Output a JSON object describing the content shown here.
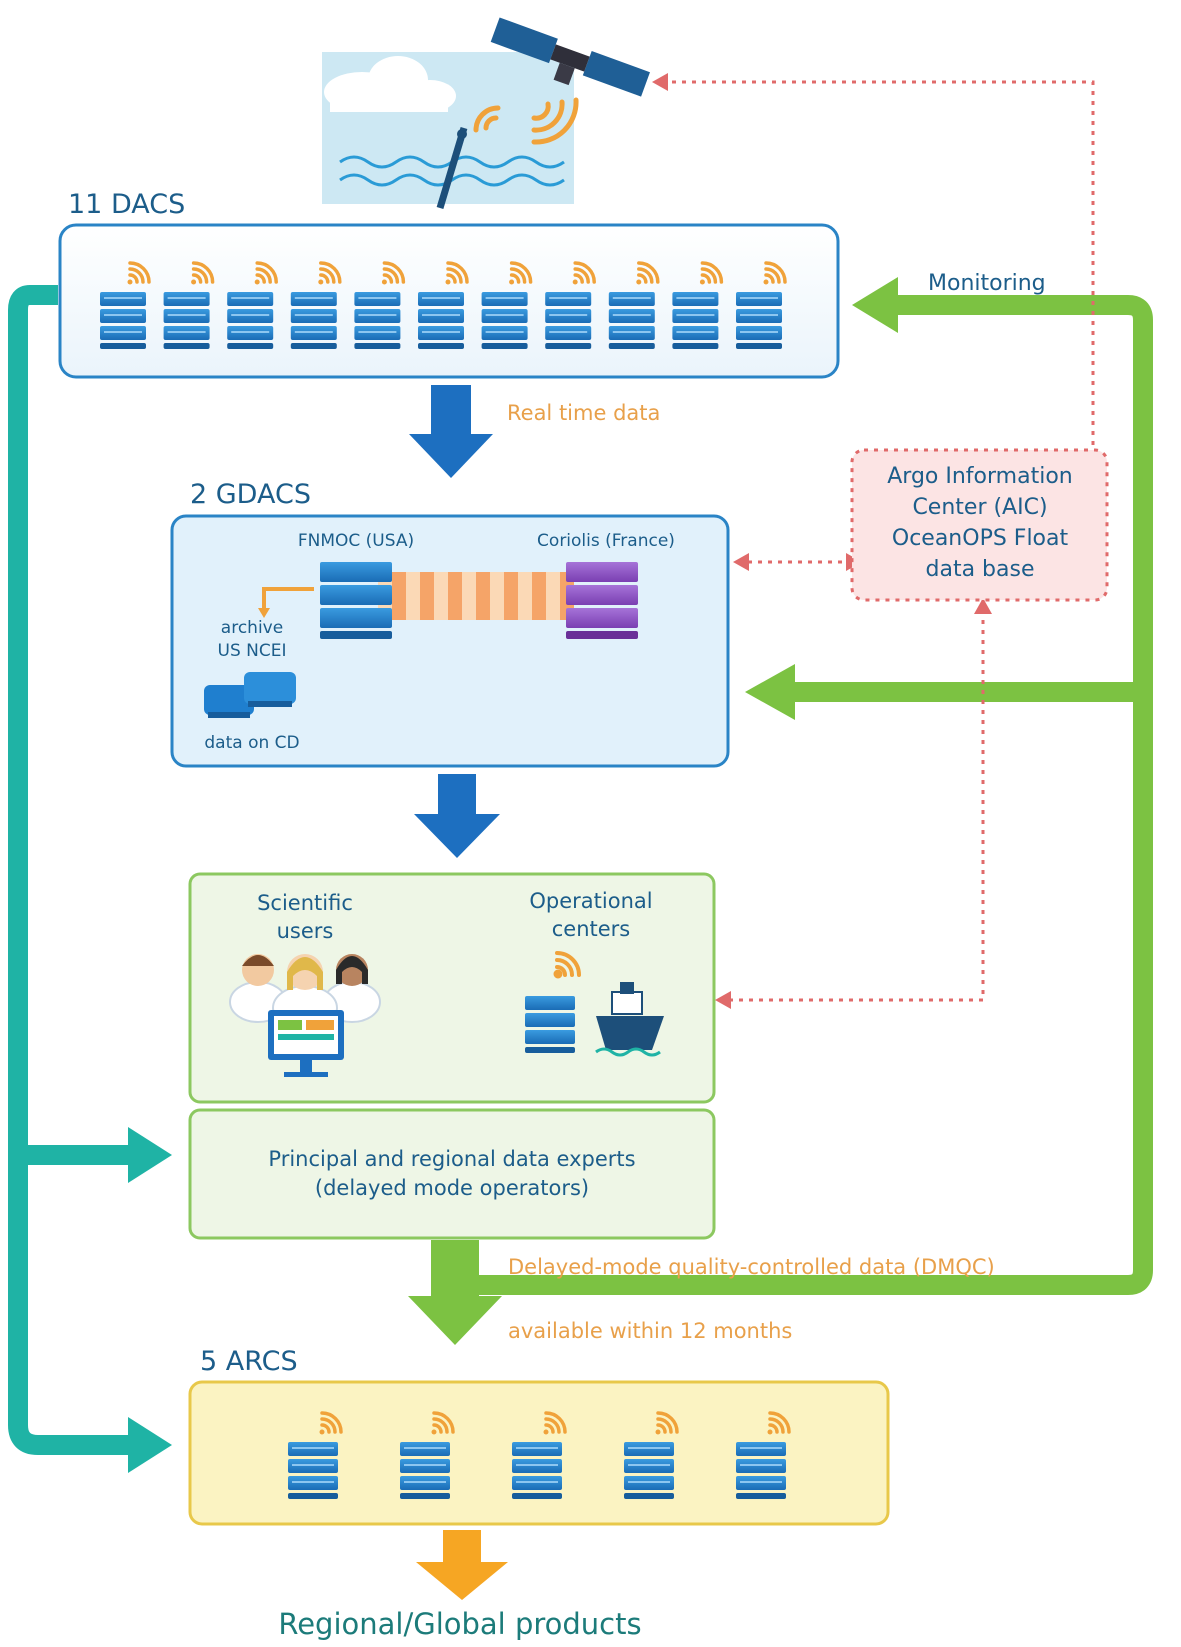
{
  "colors": {
    "teal": "#1fb3a5",
    "green": "#7cc242",
    "blue_arrow": "#1d6fc0",
    "orange_arrow": "#f6a623",
    "server_blue": "#1f7fcf",
    "server_purple": "#8a4fc4",
    "wifi": "#f0a23a",
    "dotted_red": "#e06a6a",
    "text_blue": "#1c5d8a",
    "text_orange": "#e8a04a",
    "text_dark": "#2c3e50"
  },
  "dacs": {
    "title": "11 DACS",
    "server_count": 11
  },
  "labels": {
    "monitoring": "Monitoring",
    "real_time_data": "Real time data",
    "dmqc": "Delayed-mode quality-controlled data (DMQC)",
    "available": "available within 12 months",
    "products": "Regional/Global products"
  },
  "gdacs": {
    "title": "2 GDACS",
    "fnmoc": "FNMOC (USA)",
    "coriolis": "Coriolis (France)",
    "archive_line1": "archive",
    "archive_line2": "US NCEI",
    "data_on_cd": "data on CD"
  },
  "aic": {
    "line1": "Argo Information",
    "line2": "Center (AIC)",
    "line3": "OceanOPS Float",
    "line4": "data base"
  },
  "users": {
    "scientific_line1": "Scientific",
    "scientific_line2": "users",
    "operational_line1": "Operational",
    "operational_line2": "centers"
  },
  "experts": {
    "line1": "Principal and regional data experts",
    "line2": "(delayed mode operators)"
  },
  "arcs": {
    "title": "5 ARCS",
    "server_count": 5
  }
}
